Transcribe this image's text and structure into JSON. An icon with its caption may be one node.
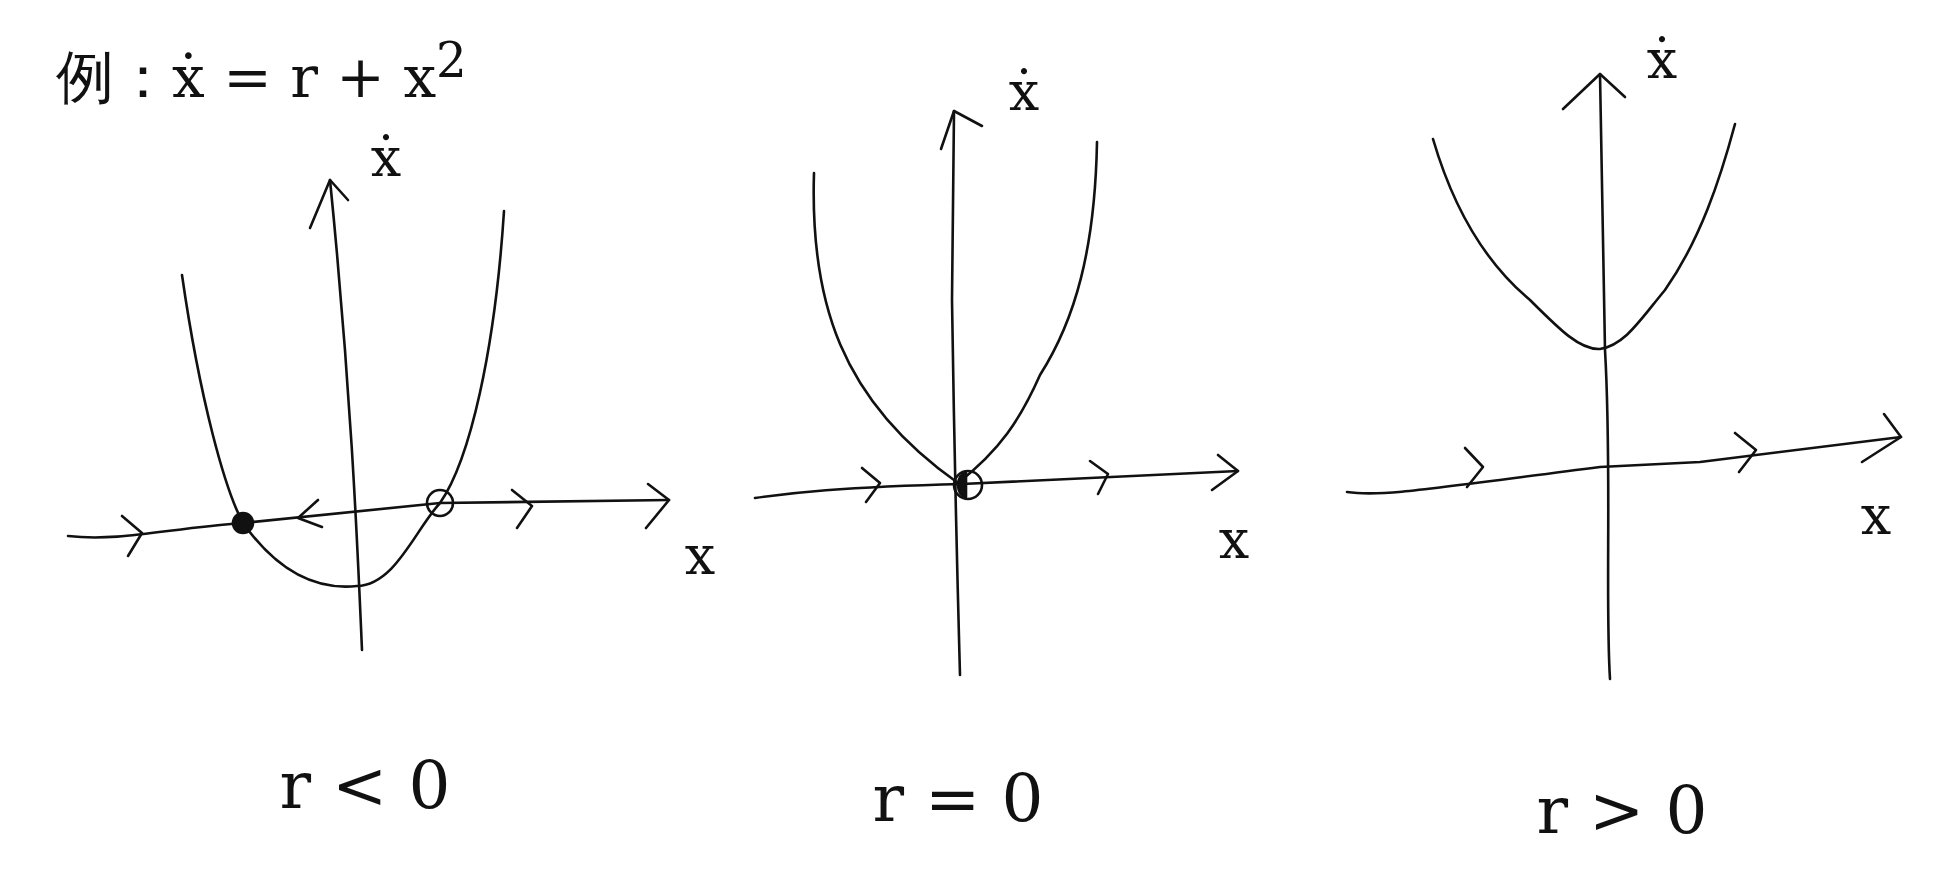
{
  "diagram": {
    "title": "例：ẋ = r + x$^{2}$",
    "labels": [
      "ẋ",
      "x",
      "r < 0",
      "ẋ",
      "x",
      "r = 0",
      "ẋ",
      "x",
      "r > 0"
    ]
  }
}
